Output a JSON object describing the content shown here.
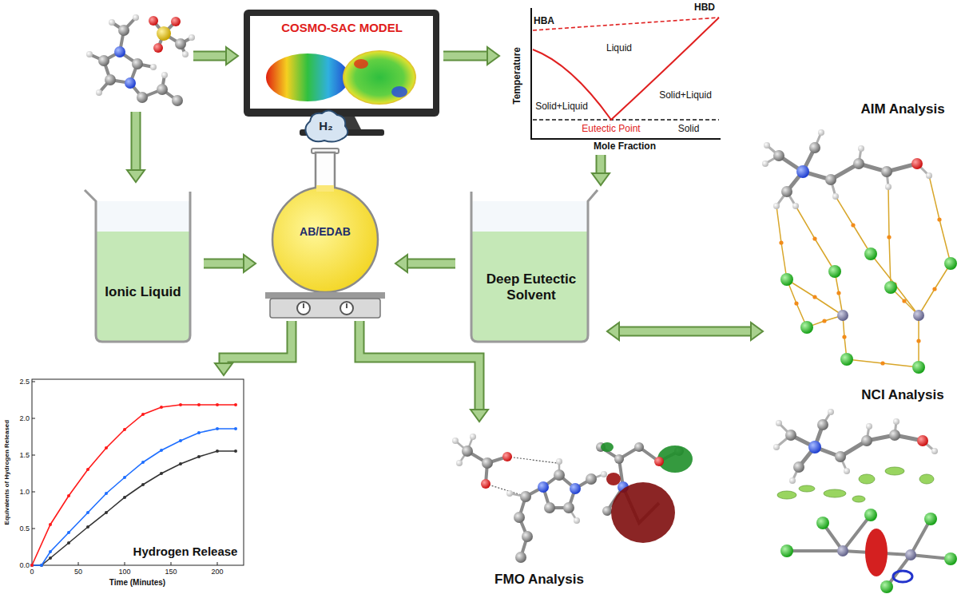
{
  "diagram": {
    "nodes": [
      {
        "text": [
          "COSMO-SAC MODEL"
        ]
      },
      {
        "text": [
          "HBA",
          "HBD",
          "Temperature",
          "Liquid",
          "Solid+Liquid",
          "Solid+Liquid",
          "Eutectic Point",
          "Solid",
          "Mole Fraction"
        ]
      },
      {
        "text": [
          "AIM Analysis"
        ]
      },
      {
        "text": [
          "H₂"
        ]
      },
      {
        "text": [
          "AB/EDAB"
        ]
      },
      {
        "text": [
          "Ionic Liquid"
        ]
      },
      {
        "text": [
          "Deep Eutectic Solvent"
        ]
      },
      {
        "text": [
          "NCI Analysis"
        ]
      },
      {
        "text": [
          "Hydrogen Release",
          "Equivalents of Hydrogen Released",
          "Time (Minutes)",
          "0.0",
          "0.5",
          "1.0",
          "1.5",
          "2.0",
          "2.5",
          "0",
          "50",
          "100",
          "150",
          "200"
        ]
      },
      {
        "text": [
          "FMO Analysis"
        ]
      }
    ],
    "edges": [
      {
        "from": 0,
        "to": 1,
        "arrow": "to"
      },
      {
        "from": 1,
        "to": 6,
        "arrow": "to"
      },
      {
        "from": 5,
        "to": 4,
        "arrow": "to"
      },
      {
        "from": 6,
        "to": 4,
        "arrow": "to"
      },
      {
        "from": 6,
        "to": 2,
        "arrow": "both"
      },
      {
        "from": 4,
        "to": 8,
        "arrow": "to"
      },
      {
        "from": 4,
        "to": 9,
        "arrow": "to"
      }
    ]
  }
}
